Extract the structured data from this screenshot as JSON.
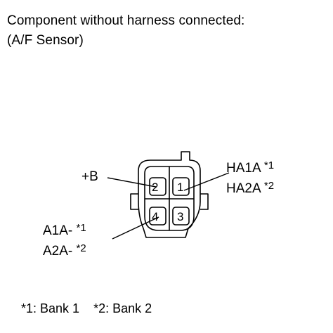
{
  "title": {
    "line1": "Component without harness connected:",
    "line2": "(A/F Sensor)"
  },
  "connector": {
    "pins": [
      {
        "number": "2",
        "position": "top-left"
      },
      {
        "number": "1",
        "position": "top-right"
      },
      {
        "number": "4",
        "position": "bottom-left"
      },
      {
        "number": "3",
        "position": "bottom-right"
      }
    ],
    "labels": {
      "plus_b": "+B",
      "ha1a": "HA1A",
      "ha1a_note": "*1",
      "ha2a": "HA2A",
      "ha2a_note": "*2",
      "a1a": "A1A-",
      "a1a_note": "*1",
      "a2a": "A2A-",
      "a2a_note": "*2"
    }
  },
  "footnote": {
    "bank1": "*1: Bank 1",
    "bank2": "*2: Bank 2"
  }
}
